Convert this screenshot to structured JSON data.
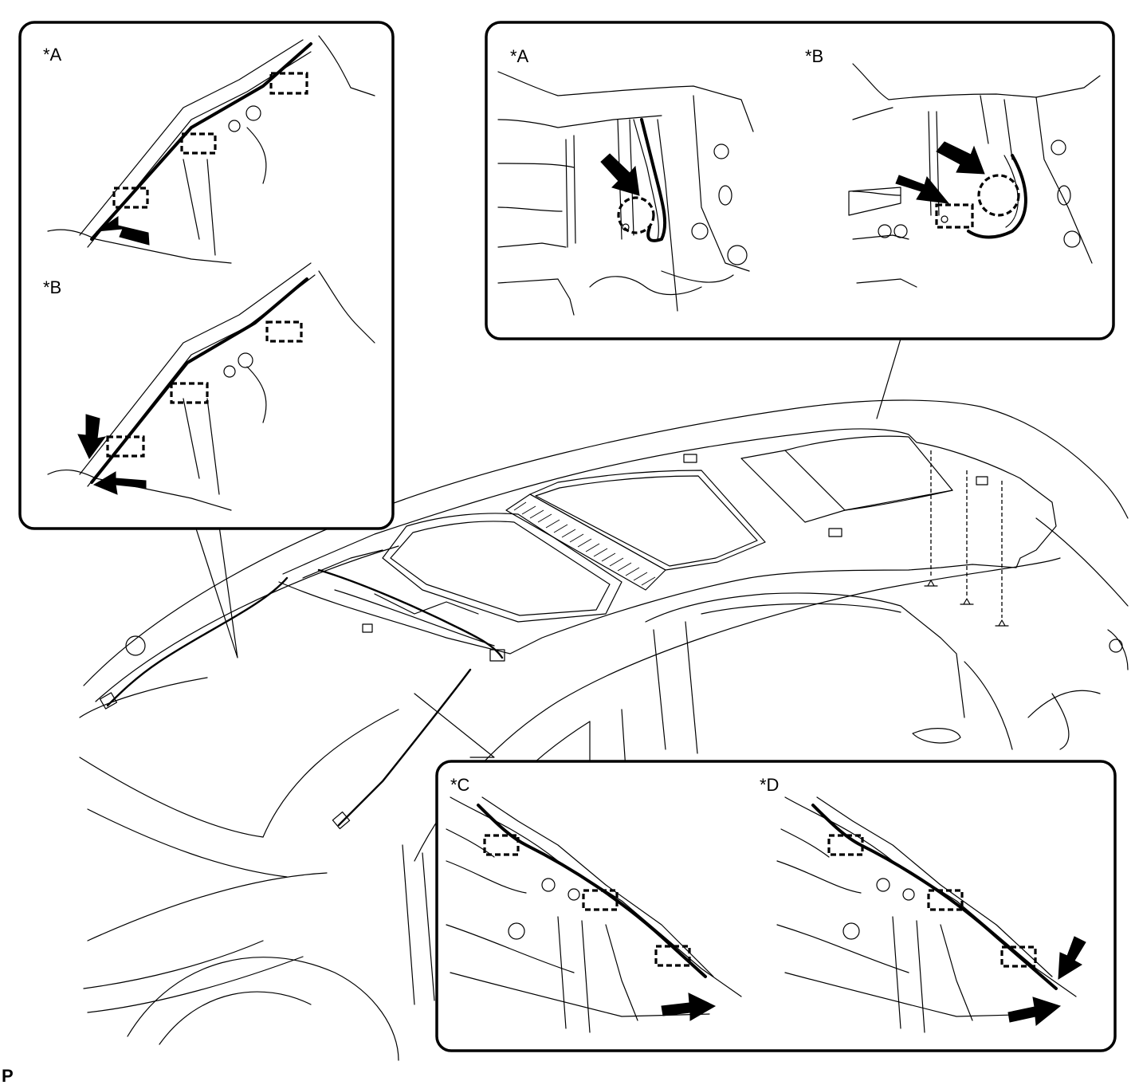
{
  "diagram": {
    "labels": {
      "tl_a": "*A",
      "tl_b": "*B",
      "tr_a": "*A",
      "tr_b": "*B",
      "br_c": "*C",
      "br_d": "*D"
    },
    "figure_code": "P"
  }
}
